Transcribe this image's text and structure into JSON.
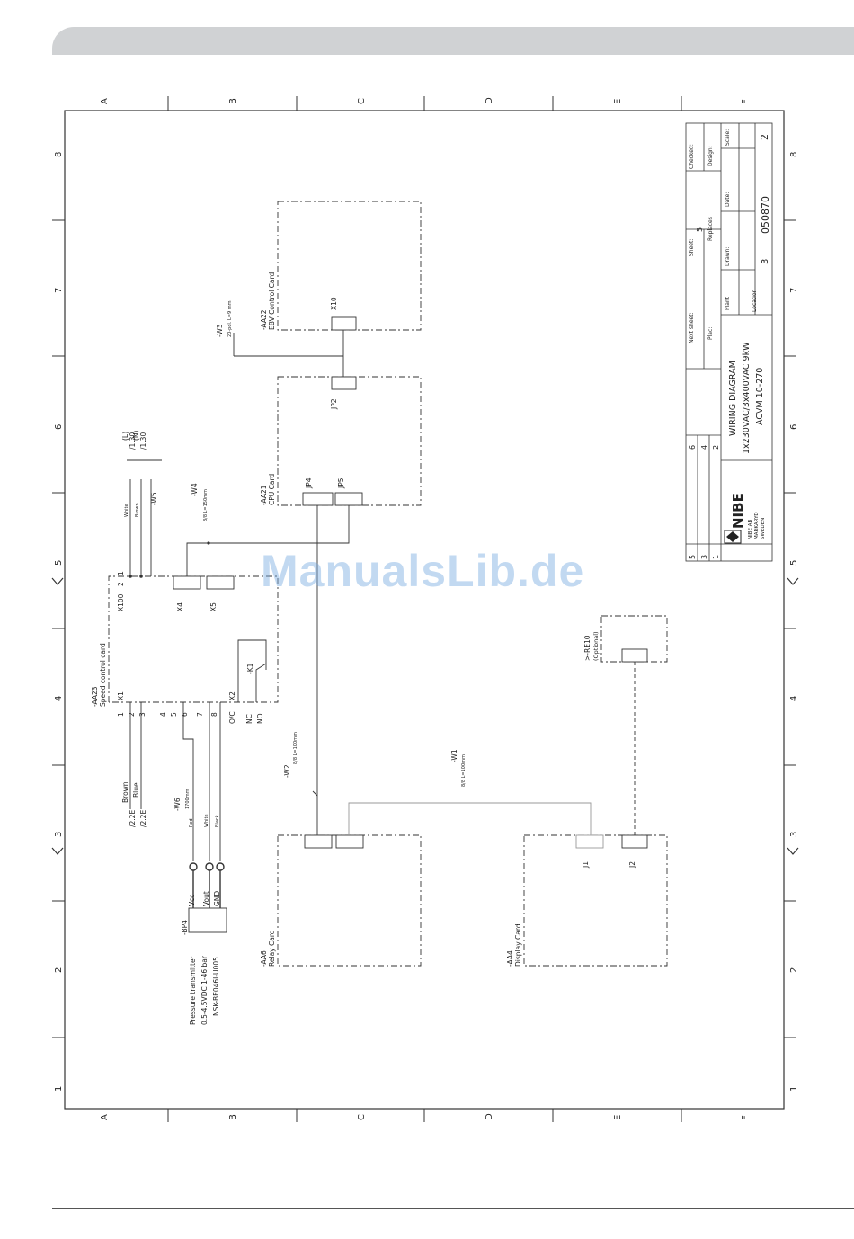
{
  "watermark": "ManualsLib.de",
  "border": {
    "col_letters": [
      "A",
      "B",
      "C",
      "D",
      "E",
      "F"
    ],
    "row_numbers": [
      "8",
      "7",
      "6",
      "5",
      "4",
      "3",
      "2",
      "1"
    ]
  },
  "title_block": {
    "company": "NIBE AB",
    "city": "MARKARYD",
    "country": "SWEDEN",
    "logo": "NIBE",
    "title1": "WIRING DIAGRAM",
    "title2": "1x230VAC/3x400VAC 9kW",
    "title3": "ACVM 10-270",
    "rev_numbers": [
      "5",
      "3",
      "1"
    ],
    "rev_numbers2": [
      "6",
      "4",
      "2"
    ],
    "next_sheet": "Next sheet:",
    "place": "Plac:",
    "plant": "Plant",
    "location": "Location",
    "sheet": "Sheet:",
    "sheet_val": "5",
    "replaces": "Replaces",
    "drawn": "Drawn:",
    "date": "Date:",
    "checked": "Checked:",
    "design": "Design:",
    "scale": "Scale:",
    "doc_no": "050870",
    "doc_prefix": "3",
    "doc_suffix": "2"
  },
  "components": {
    "aa22": "-AA22",
    "aa22_name": "EBV Control Card",
    "x10": "X10",
    "jp2": "JP2",
    "w3": "-W3",
    "w3_spec": "20-pol. L=9 mm",
    "aa21": "-AA21",
    "aa21_name": "CPU Card",
    "jp4": "JP4",
    "jp5": "JP5",
    "w4": "-W4",
    "w4_spec": "8/8 L=150mm",
    "w5": "-W5",
    "white": "White",
    "brown": "Brown",
    "ref_l1": "/1.30",
    "ref_l2": "/1.30",
    "net_l": "(L)",
    "net_n": "(N)",
    "x100": "X100",
    "x100_1": "1",
    "x100_2": "2",
    "x4": "X4",
    "x5": "X5",
    "aa23": "-AA23",
    "aa23_name": "Speed control card",
    "x1": "X1",
    "x2": "X2",
    "k1": "-K1",
    "oc": "O/C",
    "nc": "NC",
    "no": "NO",
    "x1_pins": [
      "1",
      "2",
      "3",
      "4",
      "5",
      "6",
      "7",
      "8"
    ],
    "x1_brown": "Brown",
    "x1_blue": "Blue",
    "ref_2e1": "/2.2E",
    "ref_2e2": "/2.2E",
    "w6": "-W6",
    "w6_spec": "1700mm",
    "red": "Red",
    "white2": "White",
    "black": "Black",
    "vcc": "Vcc",
    "vout": "Vout",
    "gnd": "GND",
    "bp4": "-BP4",
    "pt1": "Pressure transmitter",
    "pt2": "0.5-4.5VDC 1-46 bar",
    "pt3": "NSK-BE046I-U005",
    "w2": "-W2",
    "w2_spec": "8/8 L=100mm",
    "w1": "-W1",
    "w1_spec": "8/8 L=100mm",
    "aa6": "-AA6",
    "aa6_name": "Relay Card",
    "aa4": "-AA4",
    "aa4_name": "Display Card",
    "j1": "J1",
    "j2": "J2",
    "re10": ">-RE10",
    "re10_opt": "(Optional)"
  }
}
